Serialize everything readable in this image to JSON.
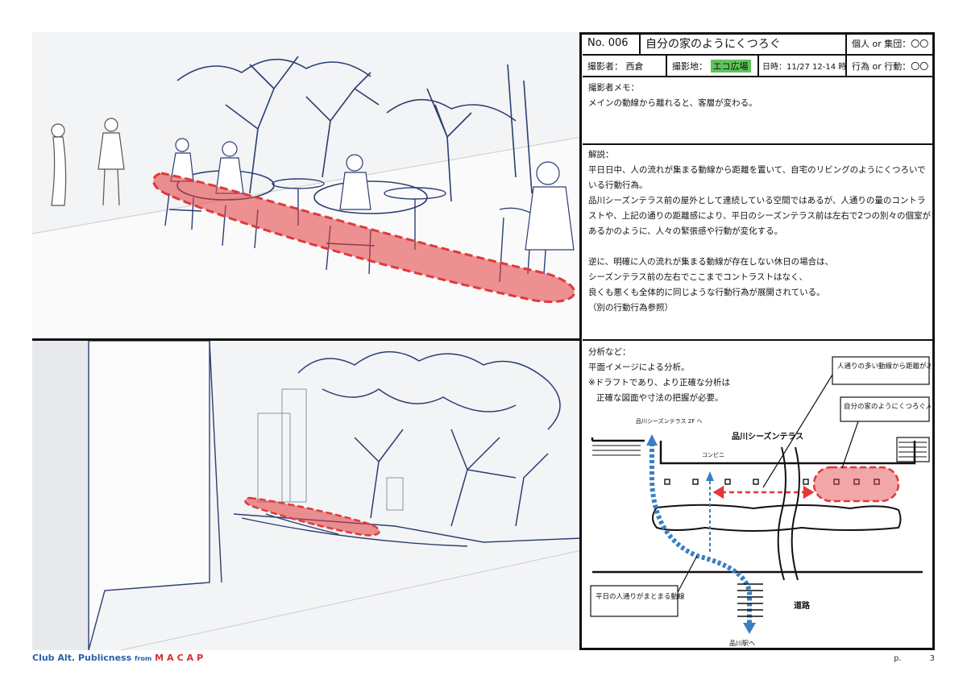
{
  "header": {
    "no": "No. 006",
    "title": "自分の家のようにくつろぐ",
    "group": "個人 or 集団：〇〇",
    "photographer": "撮影者： 西倉",
    "location_label": "撮影地：",
    "location_value": "エコ広場",
    "datetime": "日時：11/27 12-14 時",
    "behavior": "行為 or 行動：〇〇"
  },
  "memo": {
    "heading": "撮影者メモ：",
    "body": "メインの動線から離れると、客層が変わる。"
  },
  "explanation": {
    "heading": "解説：",
    "lines": [
      "平日日中、人の流れが集まる動線から距離を置いて、自宅のリビングのようにくつろいでいる行動行為。",
      "品川シーズンテラス前の屋外として連続している空間ではあるが、人通りの量のコントラストや、上記の通りの距離感により、平日のシーズンテラス前は左右で2つの別々の個室があるかのように、人々の緊張感や行動が変化する。",
      "",
      "逆に、明確に人の流れが集まる動線が存在しない休日の場合は、",
      "シーズンテラス前の左右でここまでコントラストはなく、",
      "良くも悪くも全体的に同じような行動行為が展開されている。",
      "（別の行動行為参照）"
    ]
  },
  "analysis": {
    "heading": "分析など：",
    "line1": "平面イメージによる分析。",
    "line2": "※ドラフトであり、より正確な分析は",
    "line3": "正確な図面や寸法の把握が必要。"
  },
  "diagram": {
    "label_distance": "人通りの多い動線から距離がある",
    "label_area": "自分の家のようにくつろぐ人たちのエリア",
    "label_terrace": "品川シーズンテラス",
    "label_entrance": "品川シーズンテラス 2F へ",
    "label_conbini": "コンビニ",
    "label_weekday": "平日の人通りがまとまる動線",
    "label_road": "道路",
    "label_station": "品川駅へ"
  },
  "footer": {
    "brand": "Club Alt. Publicness",
    "from": "from",
    "macap": "MACAP",
    "page_prefix": "p.",
    "page_number": "3"
  },
  "colors": {
    "accent_red": "#e0393b",
    "accent_blue": "#3a7fc1",
    "highlight_green": "#5fc45a",
    "sketch_blue": "#2c3e73"
  }
}
